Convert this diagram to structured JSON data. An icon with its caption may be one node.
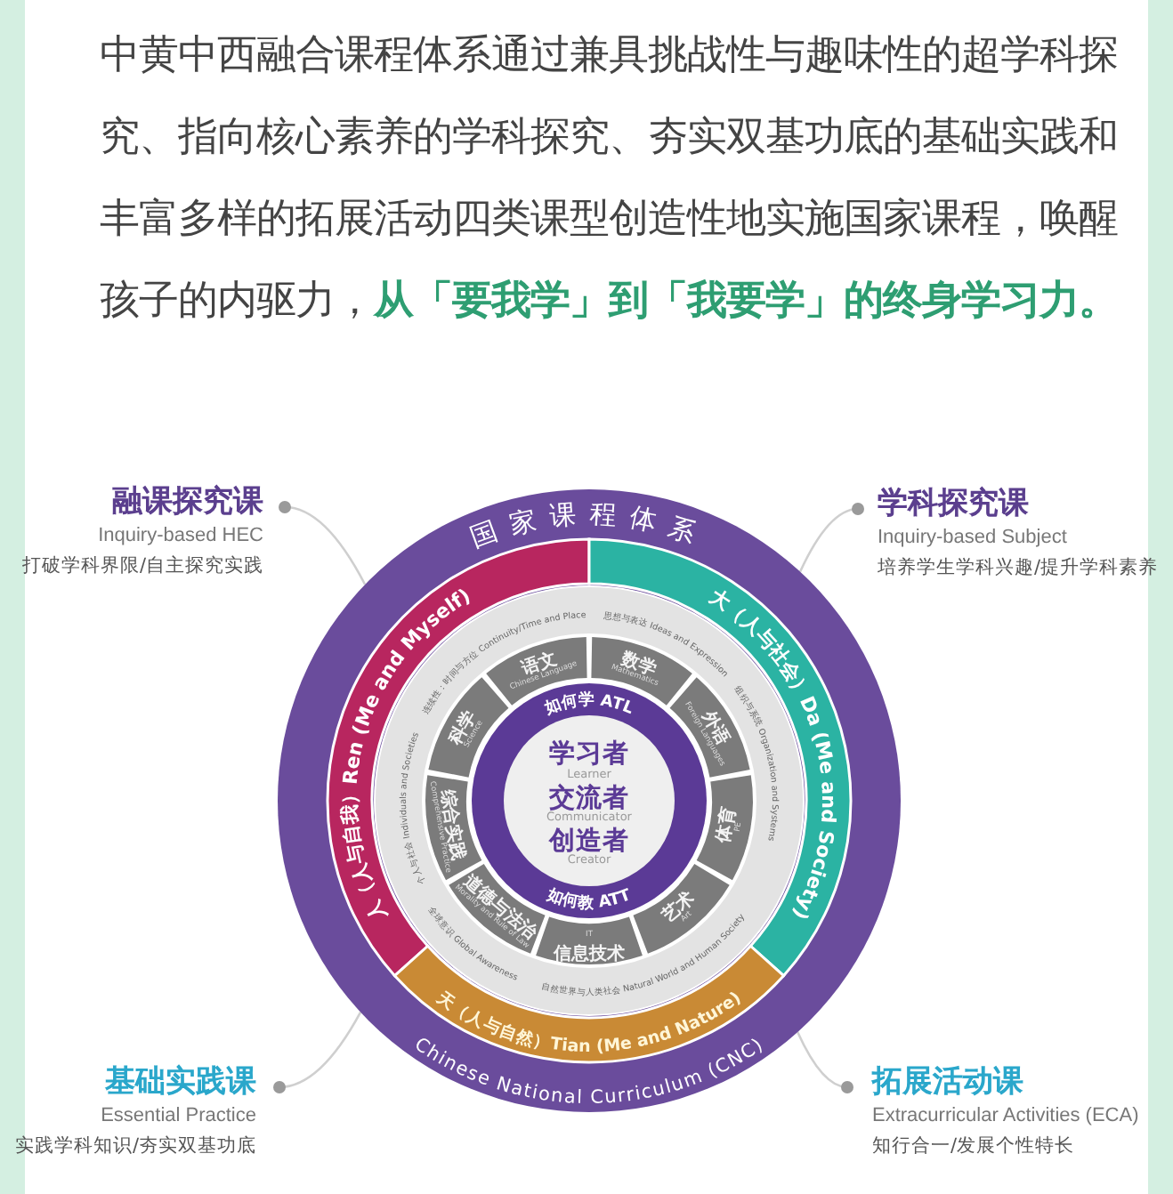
{
  "diagram": {
    "nodes": [
      {
        "text": [
          "融课探究课",
          "Inquiry-based HEC",
          "打破学科界限/自主探究实践"
        ]
      },
      {
        "text": [
          "学科探究课",
          "Inquiry-based Subject",
          "培养学生学科兴趣/提升学科素养"
        ]
      },
      {
        "text": [
          "国家课程体系",
          "Chinese National Curriculum (CNC)"
        ]
      },
      {
        "text": [
          "人（人与自我）Ren (Me and Myself)"
        ],
        "in": 2
      },
      {
        "text": [
          "大（人与社会）Da (Me and Society)"
        ],
        "in": 2
      },
      {
        "text": [
          "天（人与自然）Tian (Me and Nature)"
        ],
        "in": 2
      },
      {
        "text": [
          "语文",
          "Chinese Language"
        ],
        "in": 2
      },
      {
        "text": [
          "数学",
          "Mathematics"
        ],
        "in": 2
      },
      {
        "text": [
          "外语",
          "Foreign Languages"
        ],
        "in": 2
      },
      {
        "text": [
          "体育",
          "PE"
        ],
        "in": 2
      },
      {
        "text": [
          "艺术",
          "Art"
        ],
        "in": 2
      },
      {
        "text": [
          "IT",
          "信息技术"
        ],
        "in": 2
      },
      {
        "text": [
          "道德与法治",
          "Morality and Rule of Law"
        ],
        "in": 2
      },
      {
        "text": [
          "综合实践",
          "Comprehensive Practice"
        ],
        "in": 2
      },
      {
        "text": [
          "科学",
          "Science"
        ],
        "in": 2
      },
      {
        "text": [
          "如何学 ATL",
          "如何教 ATT"
        ],
        "in": 2
      },
      {
        "text": [
          "学习者",
          "Learner",
          "交流者",
          "Communicator",
          "创造者",
          "Creator"
        ],
        "in": 15
      },
      {
        "text": [
          "基础实践课",
          "Essential Practice",
          "实践学科知识/夯实双基功底"
        ]
      },
      {
        "text": [
          "拓展活动课",
          "Extracurricular Activities (ECA)",
          "知行合一/发展个性特长"
        ]
      }
    ],
    "edges": [
      {
        "from": 0,
        "to": 2,
        "arrow": "other"
      },
      {
        "from": 1,
        "to": 2,
        "arrow": "other"
      },
      {
        "from": 17,
        "to": 2,
        "arrow": "other"
      },
      {
        "from": 18,
        "to": 2,
        "arrow": "other"
      }
    ],
    "labels": [
      "中黄中西融合课程体系通过兼具挑战性与趣味性的超学科探究、指向核心素养的学科探究、夯实双基功底的基础实践和丰富多样的拓展活动四类课型创造性地实施国家课程，唤醒孩子的内驱力，**从「要我学」到「我要学」的终身学习力。**",
      "连续性：时间与方位 Continuity/Time and Place",
      "思想与表达 Ideas and Expression",
      "组织与系统 Organization and Systems",
      "自然世界与人类社会 Natural World and Human Society",
      "全球意识 Global Awareness",
      "个人与社会 Individuals and Societies"
    ]
  }
}
